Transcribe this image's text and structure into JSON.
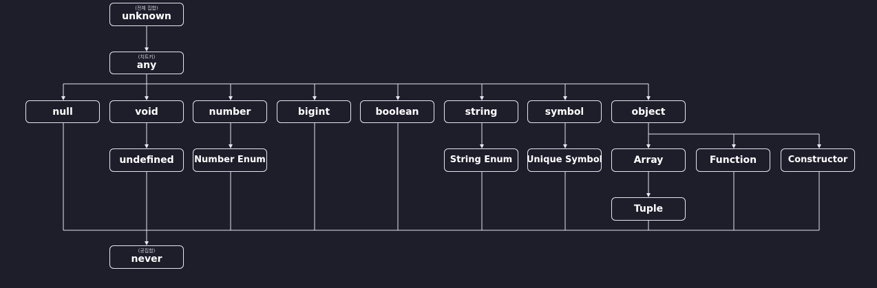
{
  "colors": {
    "background": "#1e1d2a",
    "line": "#e8e8ef",
    "text": "#ffffff"
  },
  "nodes": {
    "unknown": {
      "label": "unknown",
      "note": "(전체 집합)"
    },
    "any": {
      "label": "any",
      "note": "(치트키)"
    },
    "null": {
      "label": "null"
    },
    "void": {
      "label": "void"
    },
    "number": {
      "label": "number"
    },
    "bigint": {
      "label": "bigint"
    },
    "boolean": {
      "label": "boolean"
    },
    "string": {
      "label": "string"
    },
    "symbol": {
      "label": "symbol"
    },
    "object": {
      "label": "object"
    },
    "undefined": {
      "label": "undefined"
    },
    "numberEnum": {
      "label": "Number Enum"
    },
    "stringEnum": {
      "label": "String Enum"
    },
    "uniqueSymbol": {
      "label": "Unique Symbol"
    },
    "array": {
      "label": "Array"
    },
    "function": {
      "label": "Function"
    },
    "constructor": {
      "label": "Constructor"
    },
    "tuple": {
      "label": "Tuple"
    },
    "never": {
      "label": "never",
      "note": "(공집합)"
    }
  }
}
